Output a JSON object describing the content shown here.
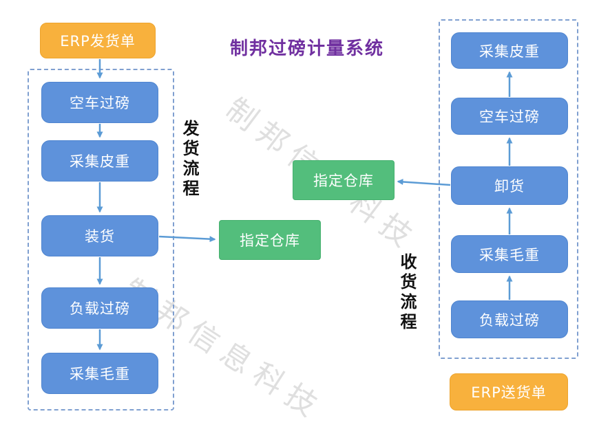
{
  "title": "制邦过磅计量系统",
  "watermark": "制邦信息科技",
  "colors": {
    "orange": "#F8B13D",
    "blue": "#5E92DB",
    "green": "#53BE7C",
    "purple": "#7030A0",
    "arrow": "#5B9BD5",
    "dash": "#7f9fd0"
  },
  "left_flow": {
    "label": "发货流程",
    "erp_box": "ERP发货单",
    "steps": [
      "空车过磅",
      "采集皮重",
      "装货",
      "负载过磅",
      "采集毛重"
    ]
  },
  "right_flow": {
    "label": "收货流程",
    "erp_box": "ERP送货单",
    "steps": [
      "采集皮重",
      "空车过磅",
      "卸货",
      "采集毛重",
      "负载过磅"
    ]
  },
  "warehouse_left": "指定仓库",
  "warehouse_right": "指定仓库"
}
